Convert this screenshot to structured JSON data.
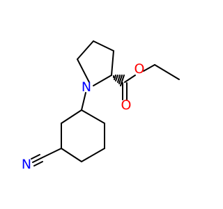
{
  "molecule": {
    "colors": {
      "carbon_bond": "#000000",
      "nitrogen": "#0000ff",
      "oxygen": "#ff0000",
      "background": "#ffffff"
    },
    "atoms": {
      "ring_nitrogen": "N",
      "nitrile_nitrogen": "N",
      "ester_oxygen": "O",
      "carbonyl_oxygen": "O"
    },
    "stereo": "wedge-dashed"
  }
}
